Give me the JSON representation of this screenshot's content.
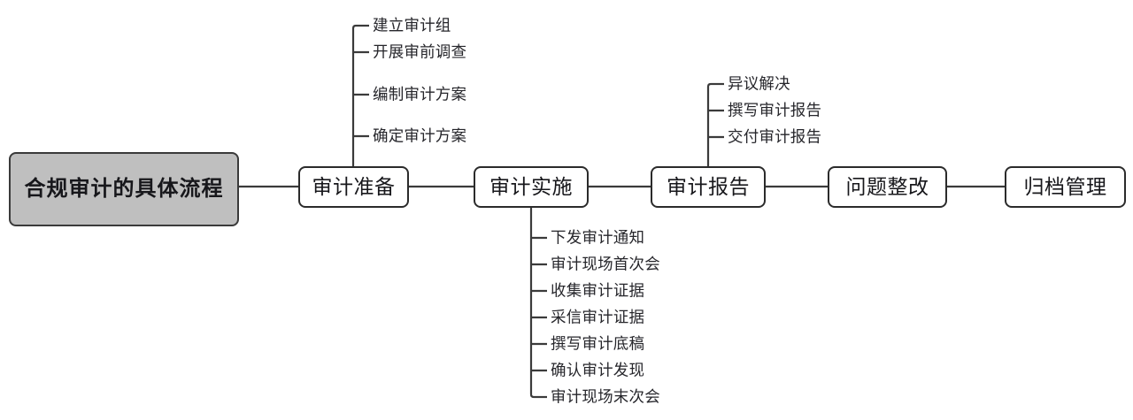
{
  "diagram": {
    "type": "mindmap-flowchart",
    "orientation": "left-to-right",
    "title": "合规审计的具体流程",
    "root": {
      "label": "合规审计的具体流程",
      "fill": "#bfbfbf",
      "border": "#3a3a3a",
      "text_color": "#17171b"
    },
    "stage_style": {
      "fill": "#ffffff",
      "border": "#2b2b2b",
      "text_color": "#17171b"
    },
    "line_color": "#3b3b3b",
    "stages": [
      {
        "id": "stage-prep",
        "label": "审计准备",
        "branch_position": "above",
        "children": [
          "建立审计组",
          "开展审前调查",
          "编制审计方案",
          "确定审计方案"
        ]
      },
      {
        "id": "stage-execute",
        "label": "审计实施",
        "branch_position": "below",
        "children": [
          "下发审计通知",
          "审计现场首次会",
          "收集审计证据",
          "采信审计证据",
          "撰写审计底稿",
          "确认审计发现",
          "审计现场末次会"
        ]
      },
      {
        "id": "stage-report",
        "label": "审计报告",
        "branch_position": "above",
        "children": [
          "异议解决",
          "撰写审计报告",
          "交付审计报告"
        ]
      },
      {
        "id": "stage-rectify",
        "label": "问题整改",
        "branch_position": "none",
        "children": []
      },
      {
        "id": "stage-archive",
        "label": "归档管理",
        "branch_position": "none",
        "children": []
      }
    ]
  }
}
